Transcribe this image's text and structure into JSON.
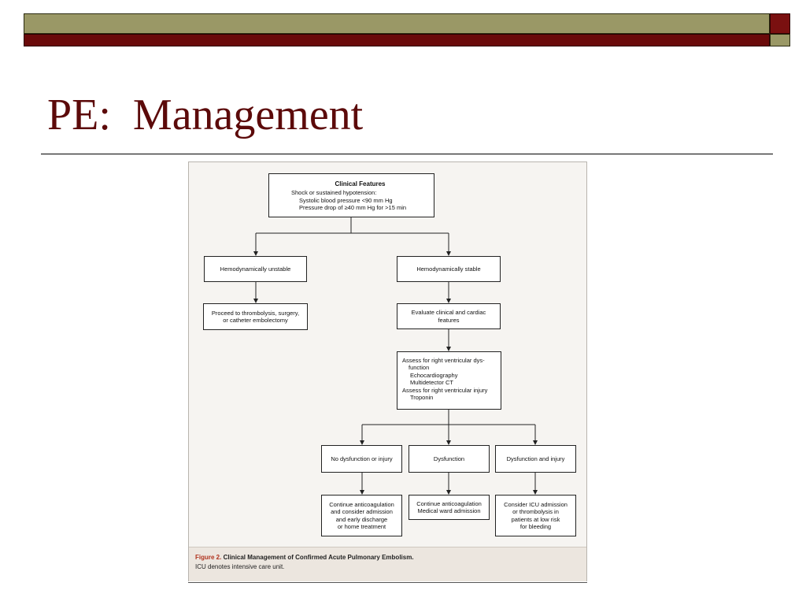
{
  "slide": {
    "title": "PE:  Management",
    "colors": {
      "title": "#5c0a0a",
      "bar_olive": "#9a9866",
      "bar_maroon": "#6a0a0a"
    }
  },
  "flowchart": {
    "clinical_features": {
      "heading": "Clinical Features",
      "line1": "Shock or sustained hypotension:",
      "line2": "Systolic blood pressure <90 mm Hg",
      "line3": "Pressure drop of ≥40 mm Hg for >15 min"
    },
    "unstable": {
      "label": "Hemodynamically unstable"
    },
    "stable": {
      "label": "Hemodynamically stable"
    },
    "proceed": {
      "line1": "Proceed to thrombolysis, surgery,",
      "line2": "or catheter embolectomy"
    },
    "evaluate": {
      "line1": "Evaluate clinical and cardiac",
      "line2": "features"
    },
    "assess": {
      "line1": "Assess for right ventricular dys-",
      "line2": "function",
      "line3": "Echocardiography",
      "line4": "Multidetector CT",
      "line5": "Assess for right ventricular injury",
      "line6": "Troponin"
    },
    "no_dysfunction": {
      "label": "No dysfunction or injury"
    },
    "dysfunction": {
      "label": "Dysfunction"
    },
    "dysfunction_injury": {
      "label": "Dysfunction and injury"
    },
    "outcome_left": {
      "line1": "Continue anticoagulation",
      "line2": "and consider admission",
      "line3": "and early discharge",
      "line4": "or home treatment"
    },
    "outcome_mid": {
      "line1": "Continue anticoagulation",
      "line2": "Medical ward admission"
    },
    "outcome_right": {
      "line1": "Consider ICU admission",
      "line2": "or thrombolysis in",
      "line3": "patients at low risk",
      "line4": "for bleeding"
    }
  },
  "caption": {
    "label": "Figure 2.",
    "title": "Clinical Management of Confirmed Acute Pulmonary Embolism.",
    "note": "ICU denotes intensive care unit.",
    "label_color": "#b0331e"
  }
}
